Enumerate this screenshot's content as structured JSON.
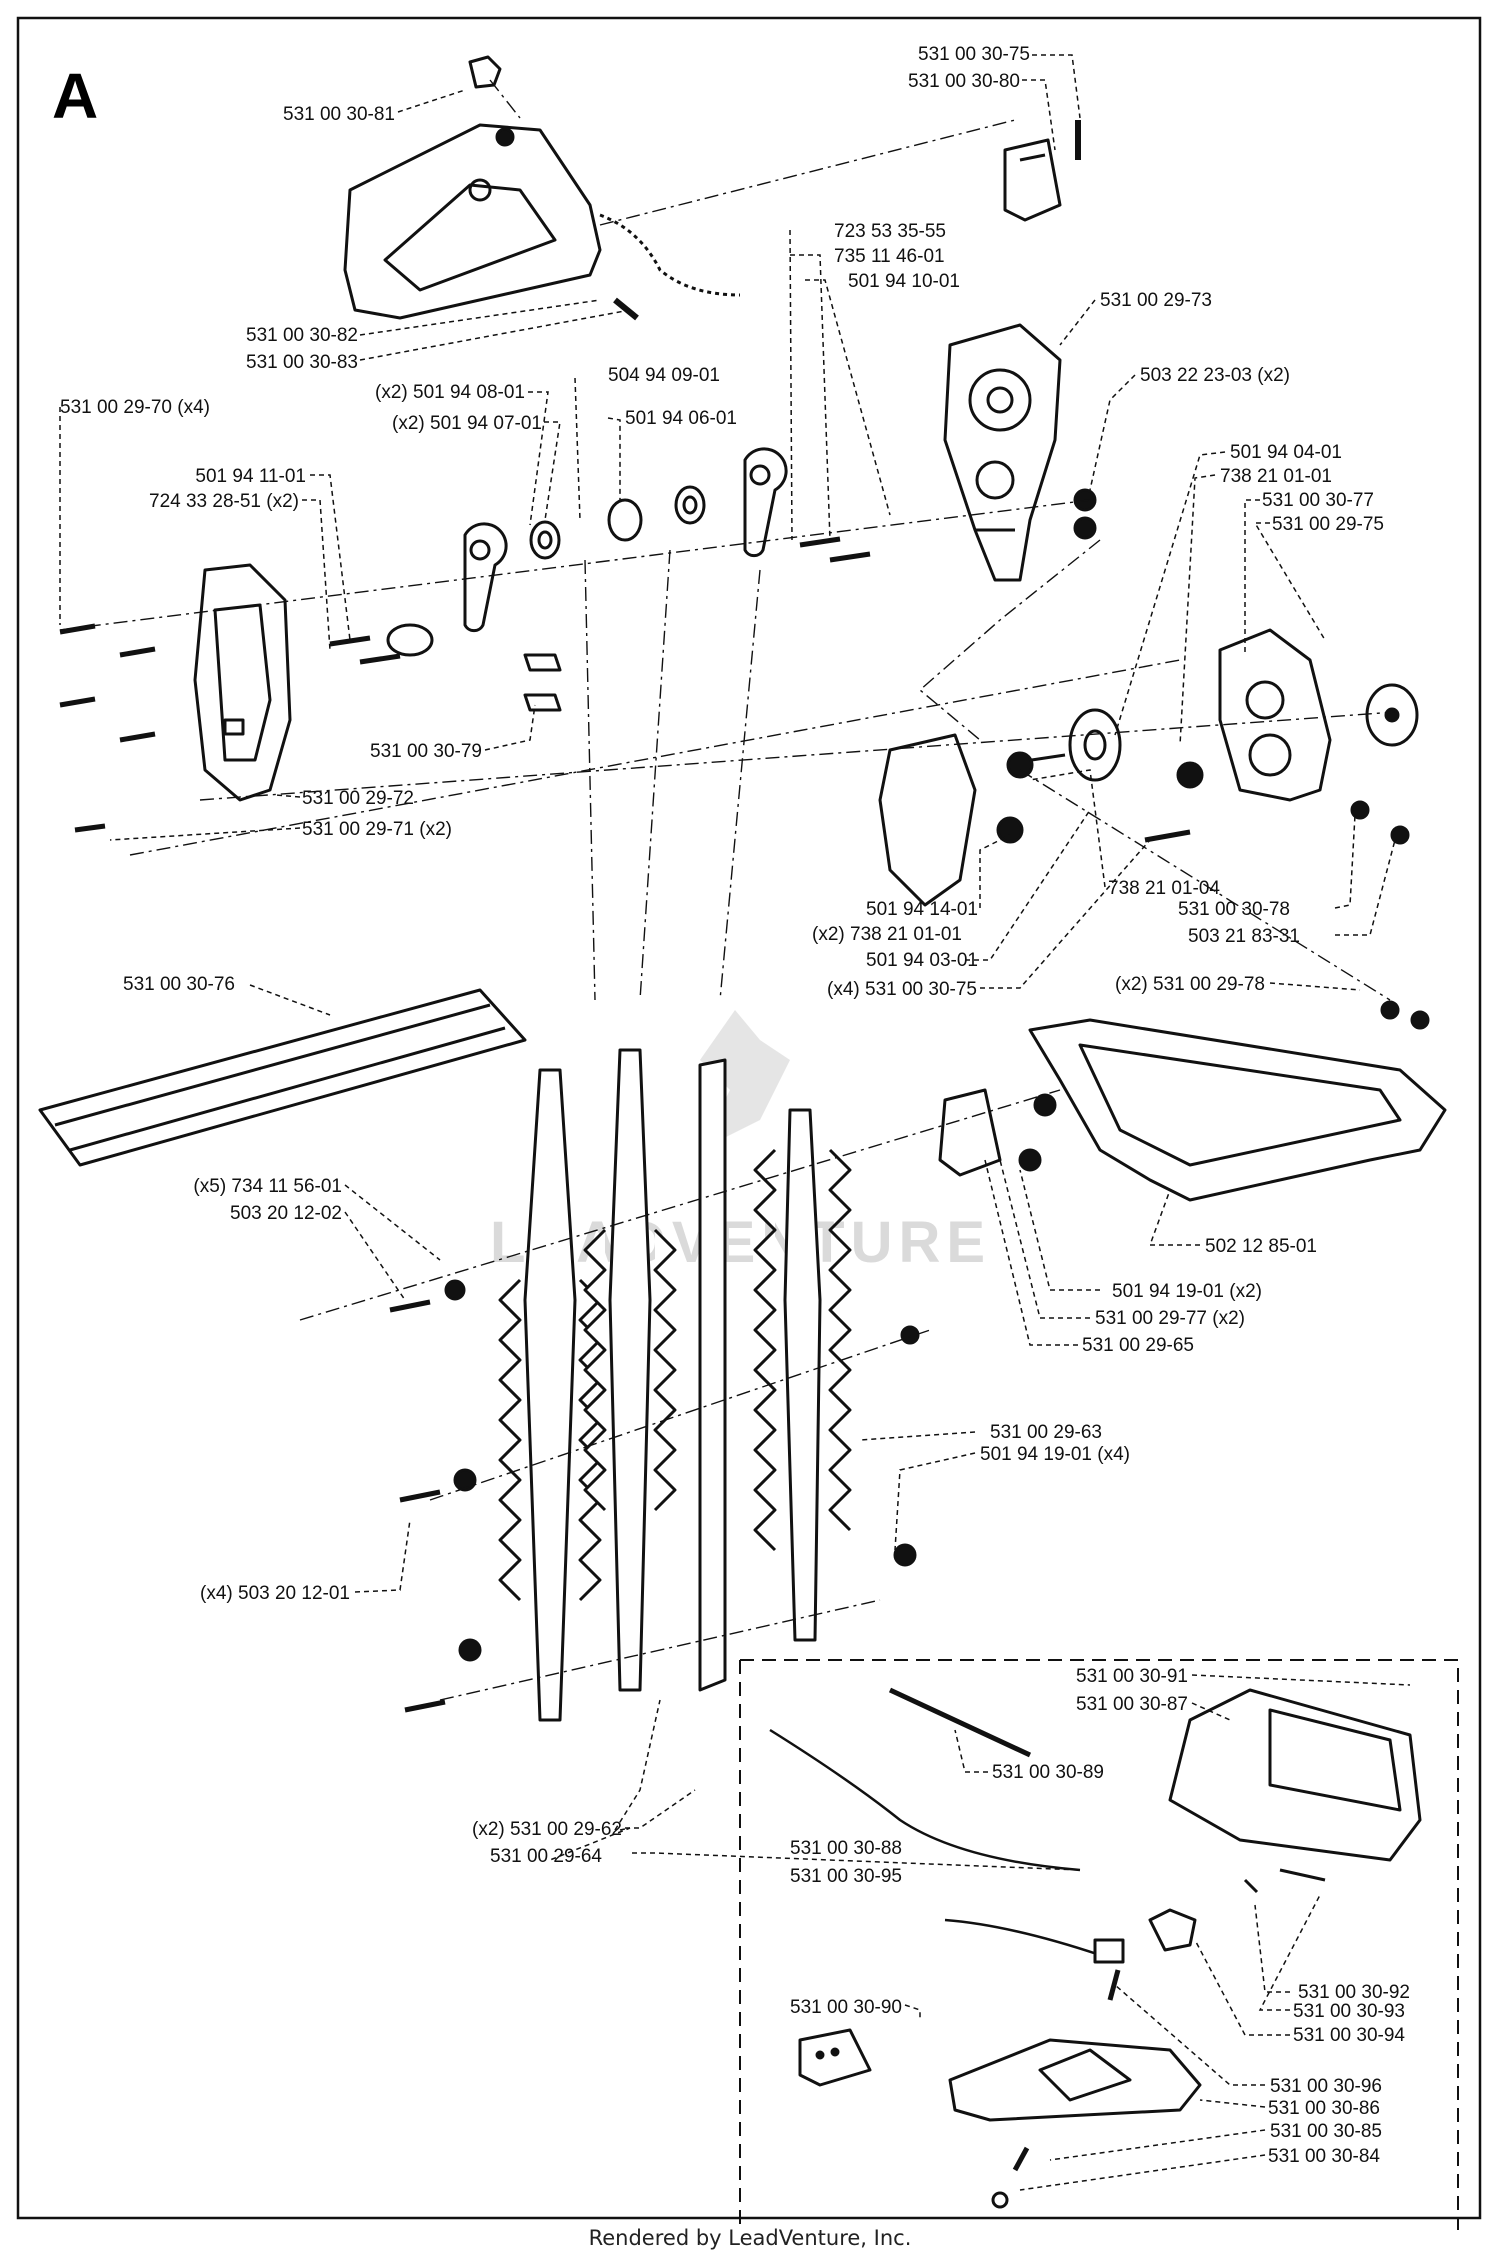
{
  "section_letter": "A",
  "footer_text": "Rendered by LeadVenture, Inc.",
  "watermark_text": "LEADVENTURE",
  "colors": {
    "ink": "#111111",
    "paper": "#ffffff",
    "watermark": "#d6d6d6"
  },
  "labels": [
    "531 00 30-81",
    "531 00 30-75",
    "531 00 30-80",
    "723 53 35-55",
    "735 11 46-01",
    "501 94 10-01",
    "531 00 29-73",
    "531 00 30-82",
    "531 00 30-83",
    "(x2) 501 94 08-01",
    "(x2) 501 94 07-01",
    "504 94 09-01",
    "501 94 06-01",
    "503 22 23-03 (x2)",
    "531 00 29-70 (x4)",
    "501 94 11-01",
    "724 33 28-51 (x2)",
    "501 94 04-01",
    "738 21 01-01",
    "531 00 30-77",
    "531 00 29-75",
    "531 00 30-79",
    "531 00 29-72",
    "531 00 29-71 (x2)",
    "738 21 01-04",
    "531 00 30-78",
    "501 94 14-01",
    "(x2) 738 21 01-01",
    "503 21 83-31",
    "501 94 03-01",
    "(x4) 531 00 30-75",
    "531 00 30-76",
    "(x2) 531 00 29-78",
    "(x5) 734 11 56-01",
    "503 20 12-02",
    "502 12 85-01",
    "501 94 19-01 (x2)",
    "531 00 29-77 (x2)",
    "531 00 29-65",
    "531 00 29-63",
    "501 94 19-01 (x4)",
    "(x4) 503 20 12-01",
    "531 00 30-91",
    "531 00 30-87",
    "531 00 30-89",
    "(x2) 531 00 29-62",
    "531 00 29-64",
    "531 00 30-88",
    "531 00 30-95",
    "531 00 30-92",
    "531 00 30-93",
    "531 00 30-90",
    "531 00 30-94",
    "531 00 30-96",
    "531 00 30-86",
    "531 00 30-85",
    "531 00 30-84"
  ]
}
